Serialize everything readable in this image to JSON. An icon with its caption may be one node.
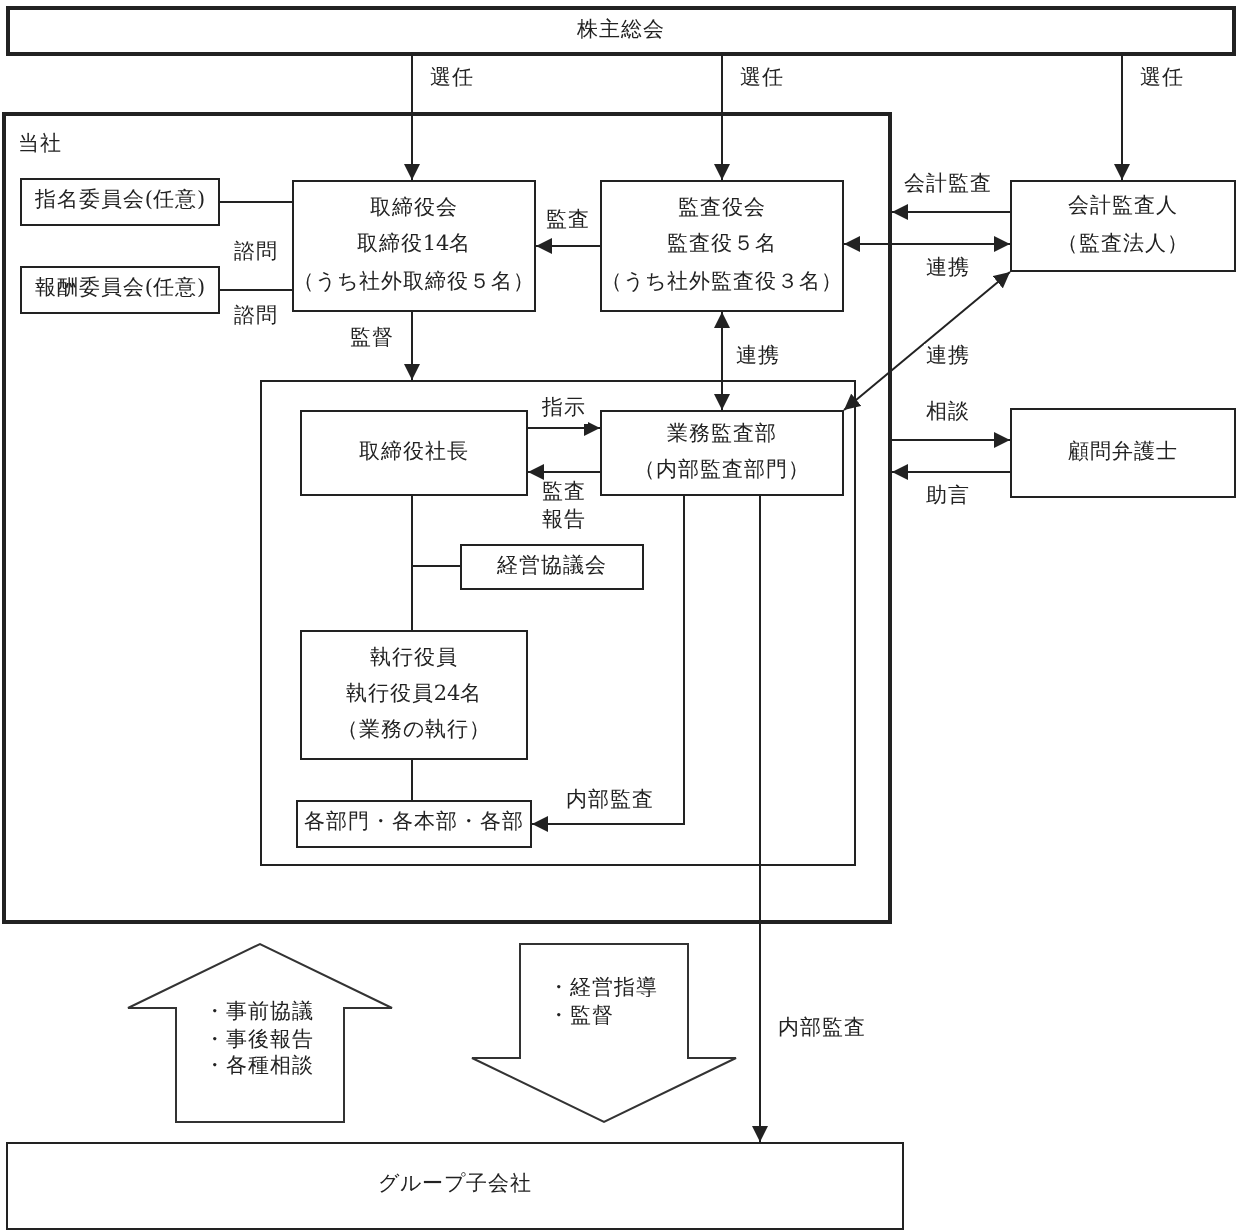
{
  "diagram": {
    "nodes": [
      {
        "text": [
          "株主総会"
        ]
      },
      {
        "text": [
          "当社"
        ]
      },
      {
        "text": [
          "指名委員会(任意)"
        ],
        "in": 1
      },
      {
        "text": [
          "報酬委員会(任意)"
        ],
        "in": 1
      },
      {
        "text": [
          "取締役会",
          "取締役14名",
          "（うち社外取締役５名）"
        ],
        "in": 1
      },
      {
        "text": [
          "監査役会",
          "監査役５名",
          "（うち社外監査役３名）"
        ],
        "in": 1
      },
      {
        "text": [
          "会計監査人",
          "（監査法人）"
        ]
      },
      {
        "text": [],
        "shape": "box",
        "in": 1
      },
      {
        "text": [
          "取締役社長"
        ],
        "in": 7
      },
      {
        "text": [
          "業務監査部",
          "（内部監査部門）"
        ],
        "in": 7
      },
      {
        "text": [
          "経営協議会"
        ],
        "in": 7
      },
      {
        "text": [
          "執行役員",
          "執行役員24名",
          "（業務の執行）"
        ],
        "in": 7
      },
      {
        "text": [
          "各部門・各本部・各部"
        ],
        "in": 7
      },
      {
        "text": [
          "顧問弁護士"
        ]
      },
      {
        "text": [
          "グループ子会社"
        ]
      }
    ],
    "edges": [
      {
        "from": 0,
        "to": 4,
        "arrow": "to",
        "label": "選任"
      },
      {
        "from": 0,
        "to": 5,
        "arrow": "to",
        "label": "選任"
      },
      {
        "from": 0,
        "to": 6,
        "arrow": "to",
        "label": "選任"
      },
      {
        "from": 2,
        "to": 4,
        "arrow": "none",
        "label": "諮問"
      },
      {
        "from": 3,
        "to": 4,
        "arrow": "none",
        "label": "諮問"
      },
      {
        "from": 5,
        "to": 4,
        "arrow": "to",
        "label": "監査"
      },
      {
        "from": 6,
        "to": 1,
        "arrow": "to",
        "label": "会計監査"
      },
      {
        "from": 5,
        "to": 6,
        "arrow": "both",
        "label": "連携"
      },
      {
        "from": 9,
        "to": 6,
        "arrow": "both",
        "label": "連携"
      },
      {
        "from": 4,
        "to": 7,
        "arrow": "to",
        "label": "監督"
      },
      {
        "from": 5,
        "to": 9,
        "arrow": "both",
        "label": "連携"
      },
      {
        "from": 8,
        "to": 9,
        "arrow": "to",
        "label": "指示"
      },
      {
        "from": 9,
        "to": 8,
        "arrow": "to",
        "label": "監査報告"
      },
      {
        "from": 8,
        "to": 11,
        "arrow": "none"
      },
      {
        "from": 8,
        "to": 10,
        "arrow": "none"
      },
      {
        "from": 11,
        "to": 12,
        "arrow": "none"
      },
      {
        "from": 9,
        "to": 12,
        "arrow": "to",
        "label": "内部監査"
      },
      {
        "from": 9,
        "to": 14,
        "arrow": "to",
        "label": "内部監査"
      },
      {
        "from": 1,
        "to": 13,
        "arrow": "to",
        "label": "相談"
      },
      {
        "from": 13,
        "to": 1,
        "arrow": "to",
        "label": "助言"
      },
      {
        "from": 14,
        "to": 1,
        "arrow": "to",
        "style": "thick",
        "label": "・事前協議・事後報告・各種相談"
      },
      {
        "from": 1,
        "to": 14,
        "arrow": "to",
        "style": "thick",
        "label": "・経営指導・監督"
      }
    ]
  }
}
